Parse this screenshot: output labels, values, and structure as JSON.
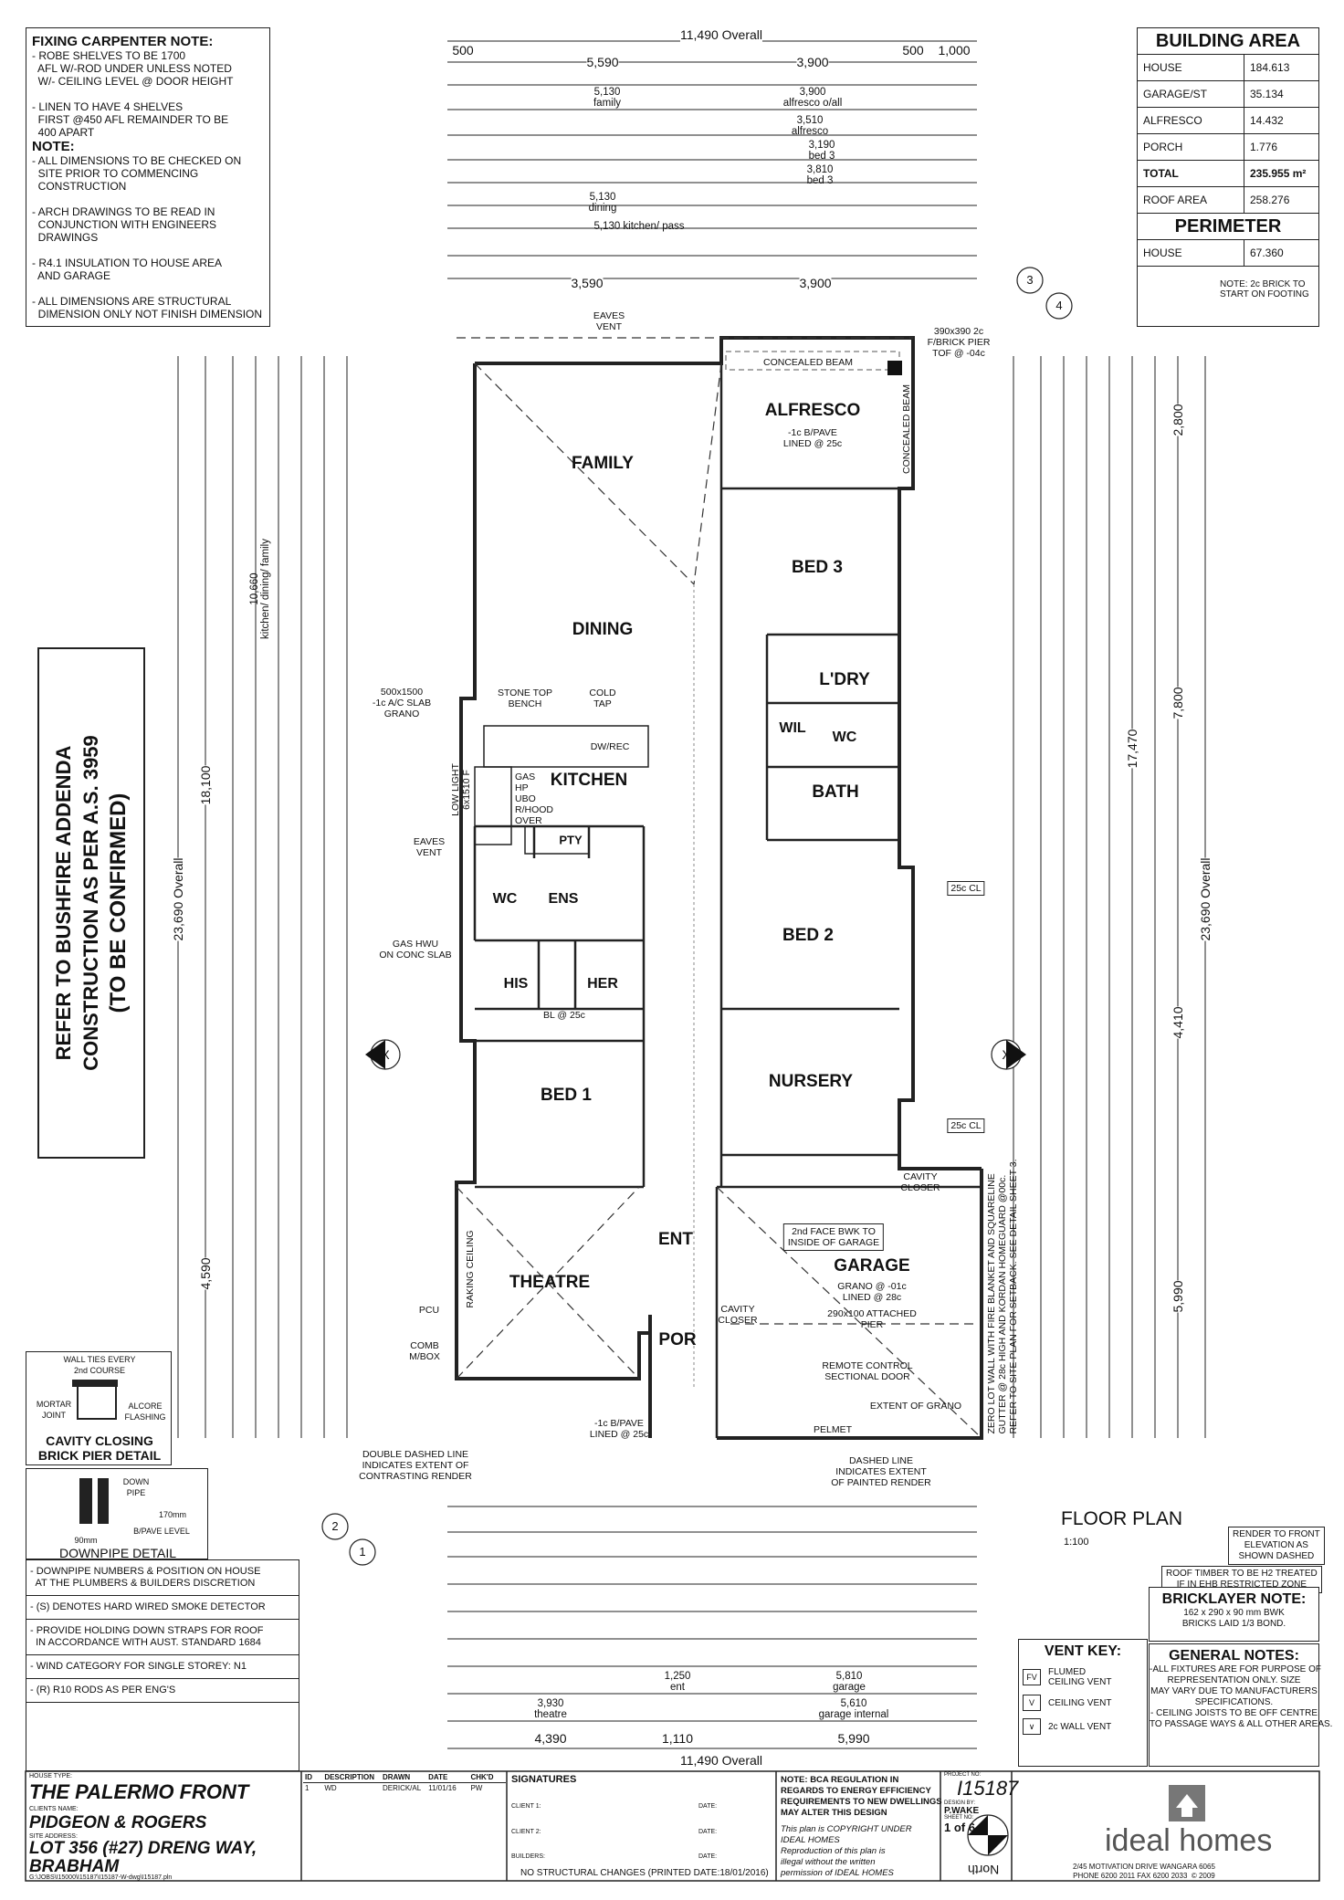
{
  "carpenter_note": {
    "title": "FIXING CARPENTER NOTE:",
    "lines": [
      "- ROBE SHELVES TO BE 1700",
      "  AFL W/-ROD UNDER UNLESS NOTED",
      "  W/- CEILING LEVEL @ DOOR HEIGHT",
      "",
      "- LINEN TO HAVE 4 SHELVES",
      "  FIRST @450 AFL REMAINDER TO BE",
      "  400 APART"
    ],
    "note_title": "NOTE:",
    "note_lines": [
      "- ALL DIMENSIONS TO BE CHECKED ON",
      "  SITE PRIOR TO COMMENCING",
      "  CONSTRUCTION",
      "",
      "- ARCH DRAWINGS TO BE READ IN",
      "  CONJUNCTION WITH ENGINEERS",
      "  DRAWINGS",
      "",
      "- R4.1 INSULATION TO HOUSE AREA",
      "  AND GARAGE",
      "",
      "- ALL DIMENSIONS ARE STRUCTURAL",
      "  DIMENSION ONLY NOT FINISH DIMENSION"
    ]
  },
  "building_area": {
    "title": "BUILDING AREA",
    "rows": [
      {
        "label": "HOUSE",
        "value": "184.613"
      },
      {
        "label": "GARAGE/ST",
        "value": "35.134"
      },
      {
        "label": "ALFRESCO",
        "value": "14.432"
      },
      {
        "label": "PORCH",
        "value": "1.776"
      },
      {
        "label": "TOTAL",
        "value": "235.955 m²"
      },
      {
        "label": "ROOF AREA",
        "value": "258.276"
      }
    ],
    "perimeter_title": "PERIMETER",
    "perimeter_label": "HOUSE",
    "perimeter_value": "67.360",
    "brick_note": "NOTE: 2c BRICK TO\nSTART ON FOOTING"
  },
  "bushfire_note": [
    "REFER TO BUSHFIRE ADDENDA",
    "CONSTRUCTION AS PER A.S. 3959",
    "(TO BE CONFIRMED)"
  ],
  "rooms": {
    "family": "FAMILY",
    "dining": "DINING",
    "kitchen": "KITCHEN",
    "alfresco": "ALFRESCO",
    "alfresco_sub": "-1c B/PAVE\nLINED @ 25c",
    "bed3": "BED 3",
    "ldry": "L'DRY",
    "wil": "WIL",
    "wc1": "WC",
    "bath": "BATH",
    "bed2": "BED 2",
    "nursery": "NURSERY",
    "wc2": "WC",
    "ens": "ENS",
    "his": "HIS",
    "her": "HER",
    "bed1": "BED 1",
    "pty": "PTY",
    "theatre": "THEATRE",
    "ent": "ENT",
    "garage": "GARAGE",
    "garage_sub": "GRANO @ -01c\nLINED @ 28c",
    "por": "POR"
  },
  "labels": {
    "eaves_vent_top": "EAVES\nVENT",
    "eaves_vent_left": "EAVES\nVENT",
    "concealed_beam_top": "CONCEALED BEAM",
    "concealed_beam_side": "CONCEALED BEAM",
    "brick_pier": "390x390 2c\nF/BRICK PIER\nTOF @ -04c",
    "stone_top": "STONE TOP\nBENCH",
    "cold_tap": "COLD\nTAP",
    "ac_slab": "500x1500\n-1c A/C SLAB\nGRANO",
    "kitchen_appl": "GAS\nHP\nUBO\nR/HOOD\nOVER",
    "low_light": "LOW LIGHT\n6x1510 F",
    "dw_rec": "DW/REC",
    "gas_hwu": "GAS HWU\nON CONC SLAB",
    "bl": "BL @ 25c",
    "cavity_closer1": "CAVITY\nCLOSER",
    "cavity_closer2": "CAVITY\nCLOSER",
    "second_face": "2nd FACE BWK TO\nINSIDE OF GARAGE",
    "attached_pier": "290x100 ATTACHED\nPIER",
    "remote": "REMOTE CONTROL\nSECTIONAL DOOR",
    "extent_grano": "EXTENT OF GRANO",
    "pelmet": "PELMET",
    "pcu": "PCU",
    "comb_box": "COMB\nM/BOX",
    "raking": "RAKING CEILING",
    "porch_pave": "-1c B/PAVE\nLINED @ 25c",
    "double_dashed": "DOUBLE DASHED LINE\nINDICATES EXTENT OF\nCONTRASTING RENDER",
    "dashed_line": "DASHED LINE\nINDICATES EXTENT\nOF PAINTED RENDER",
    "zero_lot": "ZERO LOT WALL WITH FIRE BLANKET AND SQUARELINE\nGUTTER @ 28c HIGH AND KORDAN HOMEGUARD @00c.\nREFER TO SITE PLAN FOR SETBACK. SEE DETAIL SHEET 3.",
    "cl_25_1": "25c CL",
    "cl_25_2": "25c CL",
    "floor_plan": "FLOOR PLAN",
    "scale": "1:100",
    "render_note": "RENDER TO FRONT\nELEVATION AS\nSHOWN DASHED",
    "roof_timber": "ROOF TIMBER TO BE H2 TREATED\nIF IN EHB RESTRICTED ZONE",
    "section_x": "X",
    "marker_2": "2",
    "marker_1": "1",
    "marker_3": "3",
    "marker_4": "4"
  },
  "dims_top": {
    "overall": "11,490 Overall",
    "row1": [
      "500",
      "5,590",
      "3,900",
      "500",
      "1,000"
    ],
    "family": "5,130\nfamily",
    "alfresco": "3,900\nalfresco o/all",
    "alf2": "3,510\nalfresco",
    "bed3a": "3,190\nbed 3",
    "bed3b": "3,810\nbed 3",
    "dining": "5,130\ndining",
    "kitchen": "5,130 kitchen/ pass",
    "row_bottom": "3,590",
    "row_bottom2": "3,900"
  },
  "dims_bottom": {
    "overall": "11,490 Overall",
    "theatre": "3,930\ntheatre",
    "theatre2": "4,390",
    "porch": "1,250\nent",
    "garage": "5,810\ngarage",
    "garage_int": "5,610\ngarage internal",
    "garage_total": "5,990",
    "porch_total": "1,110"
  },
  "dims_left": {
    "overall": "23,690 Overall",
    "total": "18,100",
    "kitchen": "10,660\nkitchen/ dining/ family",
    "theatre": "4,590"
  },
  "dims_right": {
    "overall": "23,690 Overall",
    "total": "17,470",
    "alfresco": "2,800",
    "mid": "7,800",
    "nursery": "4,410",
    "garage": "5,990"
  },
  "detail_cavity": {
    "top": "WALL TIES EVERY\n2nd COURSE",
    "mortar": "MORTAR\nJOINT",
    "alcore": "ALCORE\nFLASHING",
    "title": "CAVITY CLOSING\nBRICK PIER DETAIL"
  },
  "detail_downpipe": {
    "down_pipe": "DOWN\nPIPE",
    "level": "B/PAVE LEVEL",
    "mm": "170mm",
    "mm90": "90mm",
    "title": "DOWNPIPE DETAIL"
  },
  "bottom_notes": [
    "- DOWNPIPE NUMBERS & POSITION ON HOUSE\n  AT THE PLUMBERS & BUILDERS DISCRETION",
    "- (S) DENOTES HARD WIRED SMOKE DETECTOR",
    "- PROVIDE HOLDING DOWN STRAPS FOR ROOF\n  IN ACCORDANCE WITH AUST. STANDARD 1684",
    "- WIND CATEGORY FOR SINGLE STOREY: N1",
    "- (R) R10 RODS AS PER ENG'S"
  ],
  "vent_key": {
    "title": "VENT KEY:",
    "items": [
      "FLUMED\nCEILING VENT",
      "CEILING VENT",
      "2c WALL VENT"
    ]
  },
  "bricklayer": {
    "title": "BRICKLAYER NOTE:",
    "text": "162 x 290 x 90 mm BWK\nBRICKS LAID 1/3 BOND."
  },
  "general_notes": {
    "title": "GENERAL NOTES:",
    "text": "-ALL FIXTURES ARE FOR PURPOSE OF\nREPRESENTATION ONLY. SIZE\nMAY VARY DUE TO MANUFACTURERS\nSPECIFICATIONS.\n- CEILING JOISTS TO BE OFF CENTRE\nTO PASSAGE WAYS & ALL OTHER AREAS."
  },
  "title_block": {
    "house_type_label": "HOUSE TYPE:",
    "house_type": "THE PALERMO FRONT",
    "client_label": "CLIENTS NAME:",
    "client": "PIDGEON & ROGERS",
    "site_label": "SITE ADDRESS:",
    "site1": "LOT 356 (#27) DRENG WAY,",
    "site2": "BRABHAM",
    "path": "G:\\JOBS\\I15000\\I15187\\I15187-W-dwg\\I15187.pln",
    "rev_headers": [
      "ID",
      "DESCRIPTION",
      "DRAWN",
      "DATE",
      "CHK'D"
    ],
    "rev_row": [
      "1",
      "WD",
      "DERICK/AL",
      "11/01/16",
      "PW"
    ],
    "signatures": "SIGNATURES",
    "client1": "CLIENT 1:",
    "client2": "CLIENT 2:",
    "builders": "BUILDERS:",
    "date": "DATE:",
    "no_structural": "NO STRUCTURAL CHANGES (PRINTED DATE:18/01/2016)",
    "bca_note": "NOTE: BCA REGULATION IN\nREGARDS TO ENERGY EFFICIENCY\nREQUIREMENTS TO NEW DWELLINGS\nMAY ALTER THIS DESIGN",
    "copyright": "This plan is COPYRIGHT UNDER\nIDEAL HOMES\nReproduction of this plan is\nillegal without the written\npermission of IDEAL HOMES",
    "project_label": "PROJECT NO:",
    "project_no": "I15187",
    "design_label": "DESIGN BY:",
    "designer": "P.WAKE",
    "sheet_label": "SHEET NO:",
    "sheet": "1 of 6",
    "north": "North",
    "brand": "ideal homes",
    "address": "2/45 MOTIVATION DRIVE WANGARA 6065\nPHONE 6200 2011 FAX 6200 2033  © 2009"
  }
}
